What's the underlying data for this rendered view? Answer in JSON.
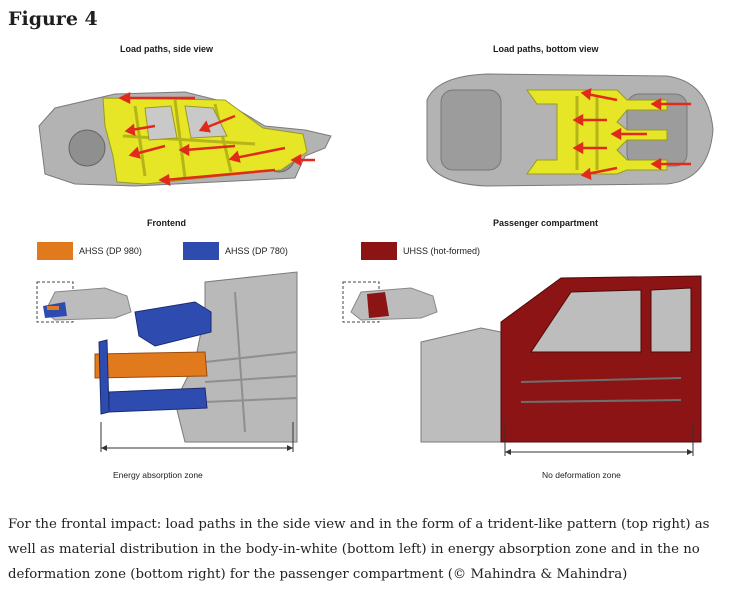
{
  "figure": {
    "title": "Figure 4"
  },
  "panels": {
    "side_view_title": "Load paths, side view",
    "bottom_view_title": "Load paths, bottom view",
    "frontend_title": "Frontend",
    "passenger_title": "Passenger compartment"
  },
  "legend": {
    "ahss_980": {
      "label": "AHSS (DP 980)",
      "color": "#e07a1c"
    },
    "ahss_780": {
      "label": "AHSS (DP 780)",
      "color": "#2e4bb0"
    },
    "uhss": {
      "label": "UHSS (hot-formed)",
      "color": "#8c1414"
    }
  },
  "zones": {
    "energy": "Energy absorption zone",
    "no_deformation": "No deformation zone"
  },
  "colors": {
    "load_path_yellow": "#e6e627",
    "arrow_red": "#e02a1a",
    "body_grey": "#a7a7a7"
  },
  "caption": "For the frontal impact: load paths in the side view and in the form of a trident-like pattern (top right) as well as material distribution in the body-in-white (bottom left) in energy absorption zone and in the no deformation zone (bottom right) for the passenger compartment (© Mahindra & Mahindra)"
}
